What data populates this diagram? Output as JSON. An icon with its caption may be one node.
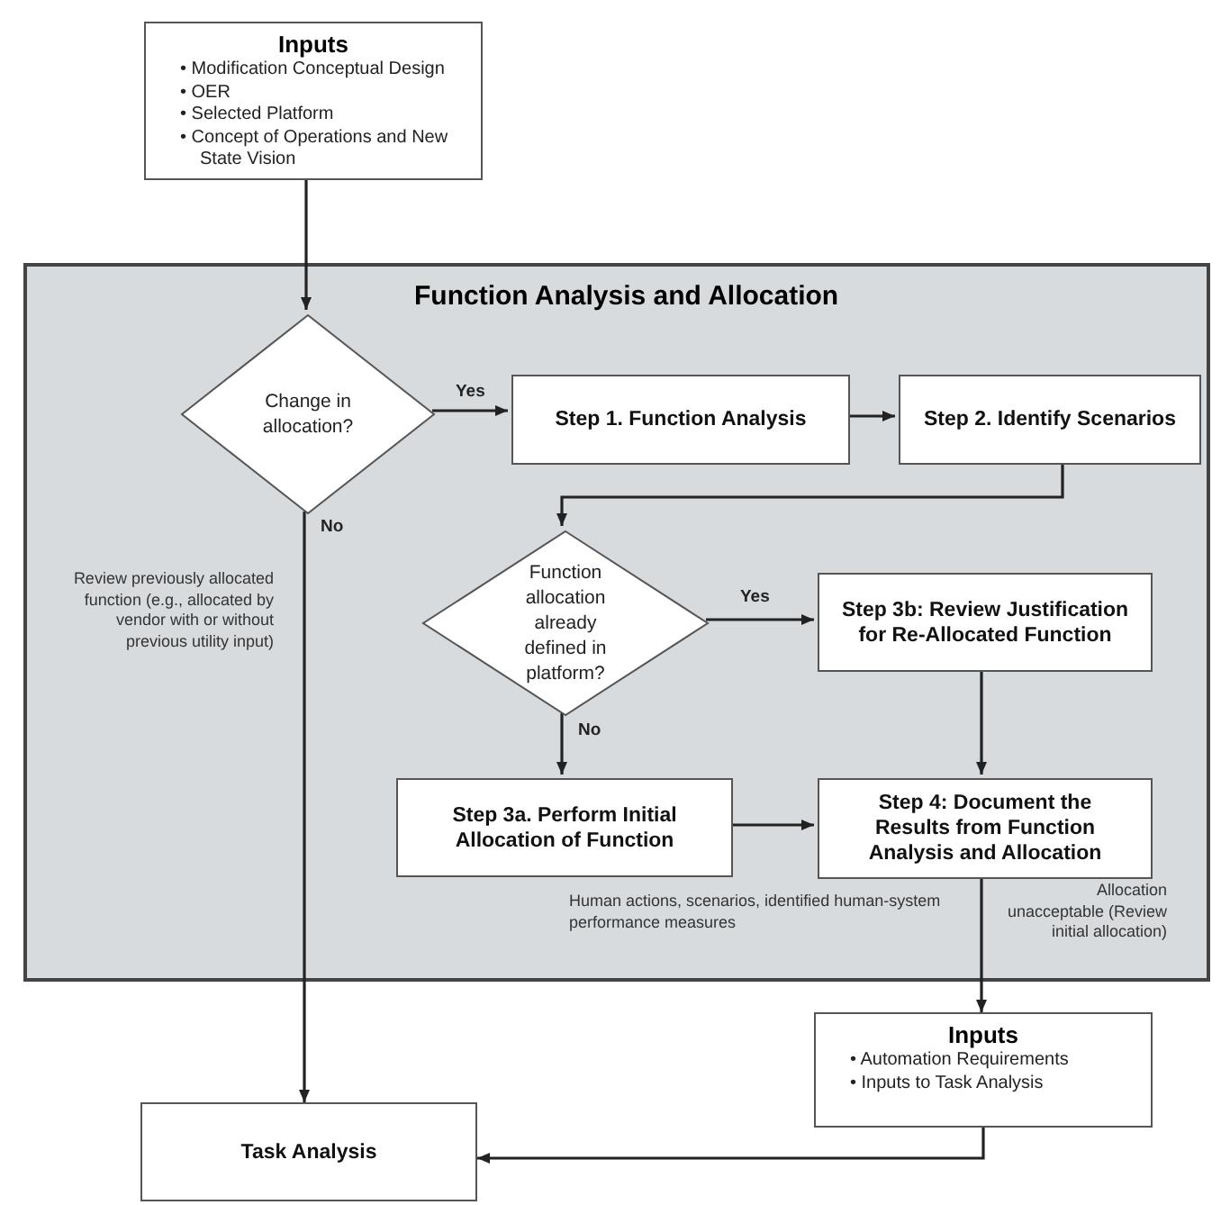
{
  "diagram": {
    "nodes": [
      {
        "text": [
          "Inputs",
          "• Modification Conceptual Design",
          "• OER",
          "• Selected Platform",
          "• Concept of Operations and New State Vision"
        ]
      },
      {
        "text": [
          "Function Analysis and Allocation"
        ]
      },
      {
        "text": [
          "Change in allocation?"
        ],
        "in": 1
      },
      {
        "text": [
          "Step 1. Function Analysis"
        ],
        "in": 1
      },
      {
        "text": [
          "Step 2. Identify Scenarios"
        ],
        "in": 1
      },
      {
        "text": [
          "Function allocation already defined in platform?"
        ],
        "in": 1
      },
      {
        "text": [
          "Step 3b: Review Justification for Re-Allocated Function"
        ],
        "in": 1
      },
      {
        "text": [
          "Step 3a. Perform Initial Allocation of Function"
        ],
        "in": 1
      },
      {
        "text": [
          "Step 4: Document the Results from Function Analysis and Allocation"
        ],
        "in": 1
      },
      {
        "text": [
          "Inputs",
          "• Automation Requirements",
          "• Inputs to Task Analysis"
        ]
      },
      {
        "text": [
          "Task Analysis"
        ]
      }
    ],
    "edges": [
      {
        "from": 0,
        "to": 2,
        "arrow": "to"
      },
      {
        "from": 2,
        "to": 3,
        "arrow": "to",
        "label": "Yes"
      },
      {
        "from": 3,
        "to": 4,
        "arrow": "to"
      },
      {
        "from": 4,
        "to": 5,
        "arrow": "to"
      },
      {
        "from": 5,
        "to": 6,
        "arrow": "to",
        "label": "Yes"
      },
      {
        "from": 5,
        "to": 7,
        "arrow": "to",
        "label": "No"
      },
      {
        "from": 6,
        "to": 8,
        "arrow": "to"
      },
      {
        "from": 7,
        "to": 8,
        "arrow": "to"
      },
      {
        "from": 8,
        "to": 9,
        "arrow": "to"
      },
      {
        "from": 9,
        "to": 10,
        "arrow": "to"
      },
      {
        "from": 2,
        "to": 10,
        "arrow": "to",
        "label": "No"
      }
    ],
    "labels": [
      "Review previously allocated function (e.g., allocated by vendor with or without previous utility input)",
      "Human actions, scenarios, identified human-system performance measures",
      "Allocation unacceptable (Review initial allocation)"
    ]
  }
}
